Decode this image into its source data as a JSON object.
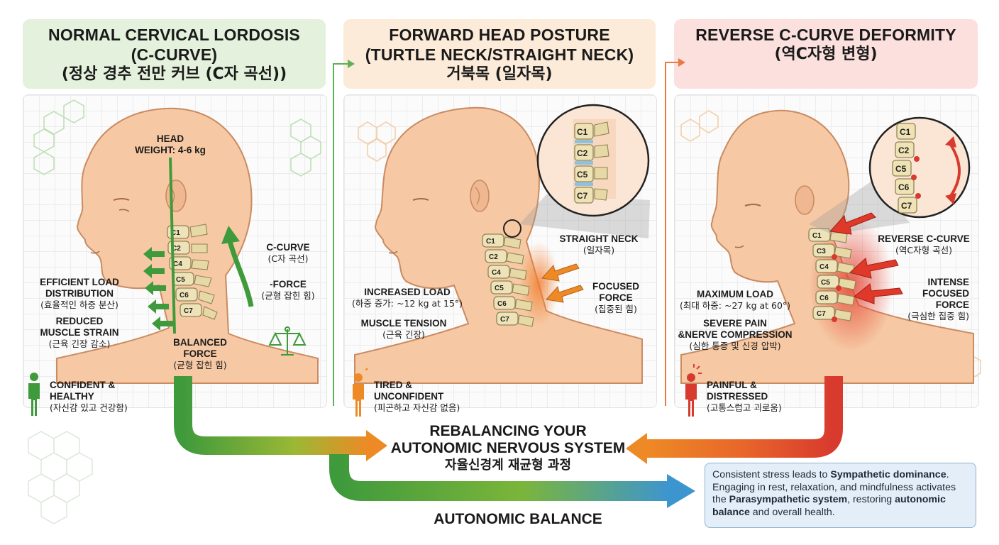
{
  "panels": [
    {
      "title_en_1": "NORMAL CERVICAL LORDOSIS",
      "title_en_2": "(C-CURVE)",
      "title_ko": "(정상 경추 전만 커브 (C자 곡선))",
      "head_weight": [
        "HEAD",
        "WEIGHT: 4-6 kg"
      ],
      "labels": {
        "load_en": [
          "EFFICIENT LOAD",
          "DISTRIBUTION"
        ],
        "load_ko": "(효율적인 하중 분산)",
        "strain_en": [
          "REDUCED",
          "MUSCLE STRAIN"
        ],
        "strain_ko": "(근육 긴장 감소)",
        "curve_en": "C-CURVE",
        "curve_ko": "(C자 곡선)",
        "force_en": "-FORCE",
        "force_ko": "(균형 잡힌 힘)",
        "balanced_en": [
          "BALANCED",
          "FORCE"
        ],
        "balanced_ko": "(균형 잡힌 힘)"
      },
      "vertebrae": [
        "C1",
        "C2",
        "C4",
        "C5",
        "C6",
        "C7"
      ],
      "status_en": [
        "CONFIDENT &",
        "HEALTHY"
      ],
      "status_ko": "(자신감 있고 건강함)",
      "accent": "#3f9a3c"
    },
    {
      "title_en_1": "FORWARD HEAD POSTURE",
      "title_en_2": "(TURTLE NECK/STRAIGHT NECK)",
      "title_ko": "거북목 (일자목)",
      "labels": {
        "neck_en": "STRAIGHT NECK",
        "neck_ko": "(일자목)",
        "load_en": "INCREASED LOAD",
        "load_ko": "(하중 증가: ~12 kg at 15°)",
        "tension_en": "MUSCLE TENSION",
        "tension_ko": "(근육 긴장)",
        "focused_en": [
          "FOCUSED",
          "FORCE"
        ],
        "focused_ko": "(집중된 힘)"
      },
      "vertebrae": [
        "C1",
        "C2",
        "C4",
        "C5",
        "C6",
        "C7"
      ],
      "zoom_vertebrae": [
        "C1",
        "C2",
        "C5",
        "C7"
      ],
      "status_en": [
        "TIRED &",
        "UNCONFIDENT"
      ],
      "status_ko": "(피곤하고 자신감 없음)",
      "accent": "#ee8a25"
    },
    {
      "title_en_1": "REVERSE C-CURVE DEFORMITY",
      "title_ko": "(역C자형 변형)",
      "labels": {
        "curve_en": "REVERSE C-CURVE",
        "curve_ko": "(역C자형 곡선)",
        "load_en": "MAXIMUM LOAD",
        "load_ko": "(최대 하중: ~27 kg at 60°)",
        "pain_en": [
          "SEVERE PAIN",
          "&NERVE COMPRESSION"
        ],
        "pain_ko": "(심한 통증 및 신경 압박)",
        "intense_en": [
          "INTENSE",
          "FOCUSED",
          "FORCE"
        ],
        "intense_ko": "(극심한 집중 힘)"
      },
      "vertebrae": [
        "C1",
        "C3",
        "C4",
        "C5",
        "C6",
        "C7"
      ],
      "zoom_vertebrae": [
        "C1",
        "C2",
        "C5",
        "C6",
        "C7"
      ],
      "status_en": [
        "PAINFUL &",
        "DISTRESSED"
      ],
      "status_ko": "(고통스럽고 괴로움)",
      "accent": "#d83a2e"
    }
  ],
  "center": {
    "title_en_1": "REBALANCING YOUR",
    "title_en_2": "AUTONOMIC NERVOUS SYSTEM",
    "title_ko": "자율신경계 재균형 과정"
  },
  "balance_label": "AUTONOMIC BALANCE",
  "info": {
    "p1": "Consistent stress leads to ",
    "b1": "Sympathetic dominance",
    "p2": ". Engaging in rest, relaxation, and mindfulness activates the ",
    "b2": "Parasympathetic system",
    "p3": ", restoring ",
    "b3": "autonomic balance",
    "p4": " and overall health."
  },
  "colors": {
    "green": "#3f9a3c",
    "orange": "#ee8a25",
    "red": "#d83a2e",
    "blue": "#3d95cf",
    "skin": "#f6c9a4"
  }
}
